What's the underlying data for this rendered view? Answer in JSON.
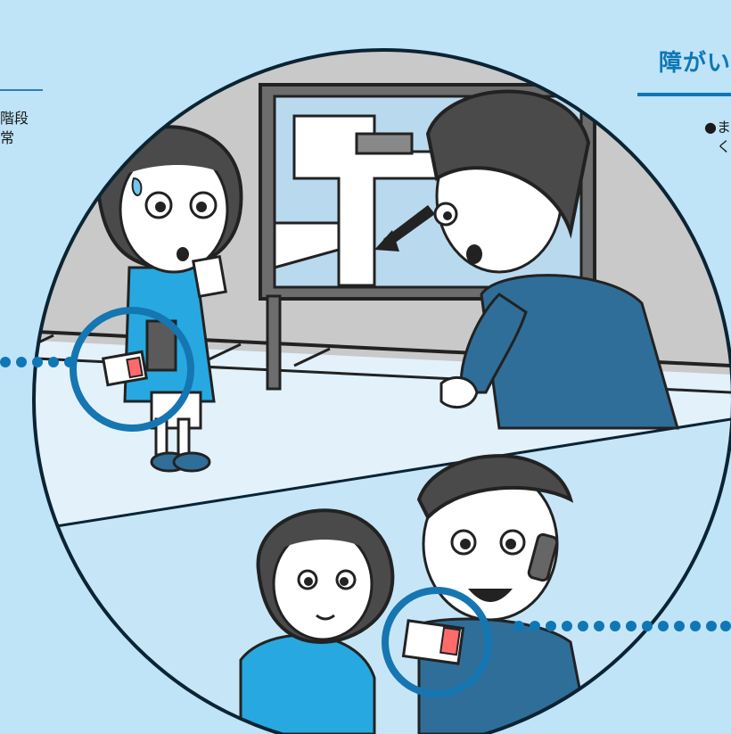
{
  "left_text": {
    "line1": "階段",
    "line2": "常"
  },
  "right_text": {
    "heading": "障がい",
    "bullet": "●ま",
    "line2": "く"
  },
  "colors": {
    "background": "#bfe3f7",
    "circle_border": "#0b2434",
    "upper_scene": "#c9c9c9",
    "floor": "#e3f1fb",
    "lower_scene": "#c6e6f7",
    "highlight_ring": "#1576b2",
    "dots": "#0f77b6",
    "shirt_woman": "#27a8e0",
    "shirt_man": "#2f6e99",
    "hair": "#4a4a4a"
  },
  "icons": [
    "help-card-icon",
    "phone-icon",
    "map-board"
  ]
}
